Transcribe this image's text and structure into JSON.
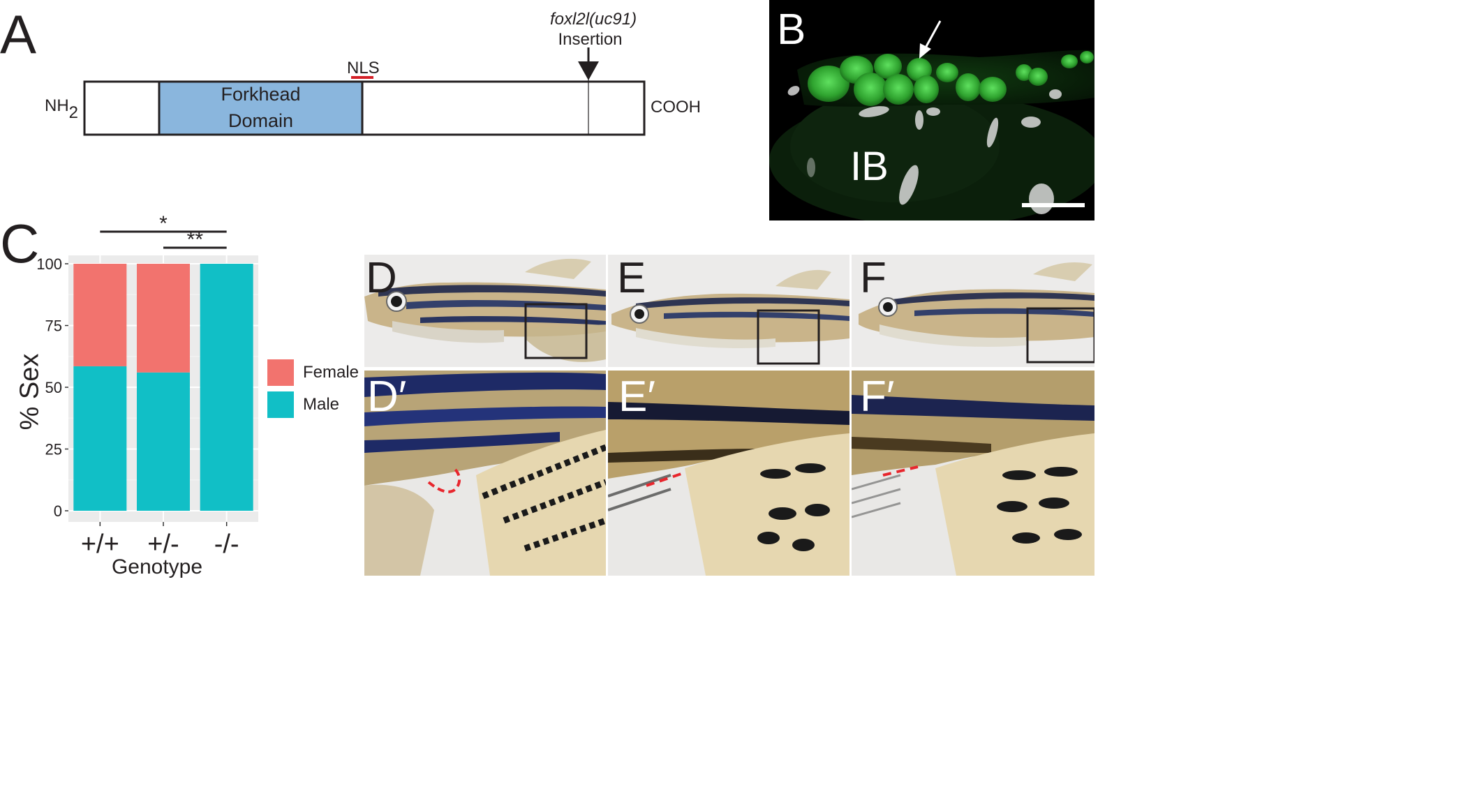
{
  "panelA": {
    "letter": "A",
    "n_terminus": "NH",
    "n_terminus_sub": "2",
    "c_terminus": "COOH",
    "domain_line1": "Forkhead",
    "domain_line2": "Domain",
    "nls_label": "NLS",
    "allele": "foxl2l(uc91)",
    "insertion_label": "Insertion",
    "colors": {
      "domain": "#8ab6dd",
      "nls": "#d42027",
      "outline": "#231f20"
    }
  },
  "panelB": {
    "letter": "B",
    "label": "IB",
    "colors": {
      "cells": "#3cbe3c",
      "background": "#000000"
    }
  },
  "panelC": {
    "letter": "C"
  },
  "chart_data": {
    "type": "bar",
    "stacked": true,
    "categories": [
      "+/+",
      "+/-",
      "-/-"
    ],
    "series": [
      {
        "name": "Male",
        "values": [
          58.5,
          56,
          100
        ],
        "color": "#11bfc6"
      },
      {
        "name": "Female",
        "values": [
          41.5,
          44,
          0
        ],
        "color": "#f2736e"
      }
    ],
    "xlabel": "Genotype",
    "ylabel": "% Sex",
    "yticks": [
      "0",
      "25",
      "50",
      "75",
      "100"
    ],
    "ylim": [
      0,
      100
    ],
    "legend": [
      "Female",
      "Male"
    ],
    "legend_position": "right",
    "significance": [
      {
        "from": "+/+",
        "to": "-/-",
        "label": "*"
      },
      {
        "from": "+/-",
        "to": "-/-",
        "label": "**"
      }
    ],
    "grid": true,
    "panel_background": "#ebebeb"
  },
  "photos": {
    "top": [
      "D",
      "E",
      "F"
    ],
    "bottom": [
      "D′",
      "E′",
      "F′"
    ],
    "marker_color": "#e8262d"
  }
}
